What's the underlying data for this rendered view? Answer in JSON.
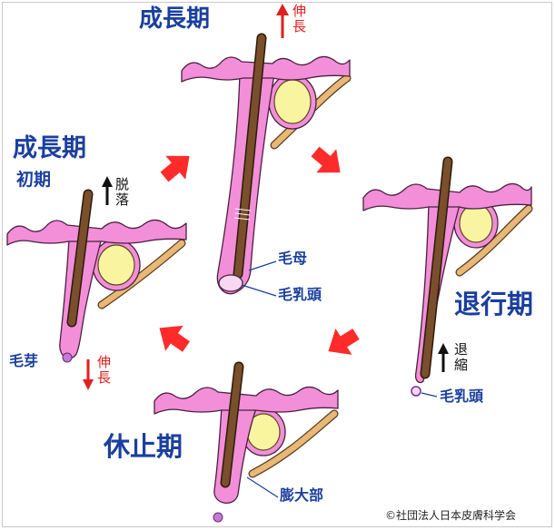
{
  "diagram": {
    "early_anagen": {
      "title": "成長期",
      "subtitle": "初期",
      "shedding_label": "脱落",
      "hair_germ_label": "毛芽",
      "growth_label": "伸長"
    },
    "anagen": {
      "title": "成長期",
      "growth_label": "伸長",
      "hair_matrix_label": "毛母",
      "dermal_papilla_label": "毛乳頭"
    },
    "catagen": {
      "title": "退行期",
      "regression_label": "退縮",
      "dermal_papilla_label": "毛乳頭"
    },
    "telogen": {
      "title": "休止期",
      "bulge_label": "膨大部"
    }
  },
  "copyright": "©社団法人日本皮膚科学会",
  "colors": {
    "skin": "#f28fd8",
    "gland": "#f8f4a0",
    "hair": "#7a4f2c",
    "muscle": "#e8b877",
    "label_text": "#1b3f9e",
    "cycle_arrow": "#ff2b2b",
    "growth_arrow": "#e01f1f",
    "shrink_arrow": "#111111",
    "papilla": "#c57ad6",
    "papilla_pale": "#f7d8f2"
  }
}
